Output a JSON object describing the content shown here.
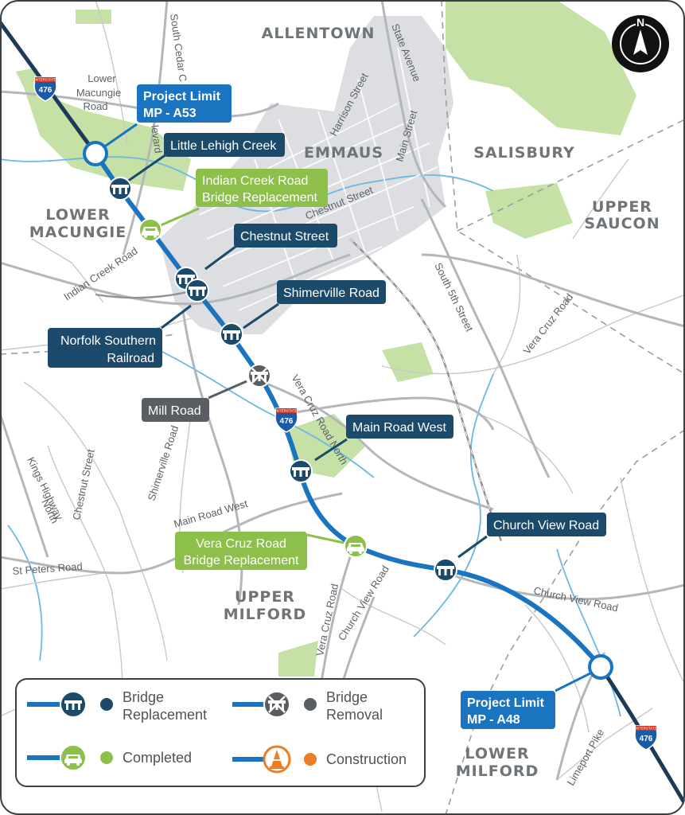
{
  "areas": {
    "allentown": "ALLENTOWN",
    "emmaus": "EMMAUS",
    "salisbury": "SALISBURY",
    "upper_saucon_1": "UPPER",
    "upper_saucon_2": "SAUCON",
    "lower_macungie_1": "LOWER",
    "lower_macungie_2": "MACUNGIE",
    "upper_milford_1": "UPPER",
    "upper_milford_2": "MILFORD",
    "lower_milford_1": "LOWER",
    "lower_milford_2": "MILFORD"
  },
  "roads": {
    "lower_macungie_road_1": "Lower",
    "lower_macungie_road_2": "Macungie",
    "lower_macungie_road_3": "Road",
    "south_cedar": "South Cedar C",
    "harrison": "Harrison Street",
    "state_avenue": "State Avenue",
    "main_street": "Main Street",
    "chestnut_street_emmaus": "Chestnut Street",
    "south_5th": "South 5th Street",
    "indian_creek": "Indian Creek Road",
    "vera_cruz_east": "Vera Cruz Road",
    "vera_cruz_north": "Vera Cruz Road North",
    "shimerville": "Shimerville Road",
    "kings_highway_1": "Kings Highway",
    "kings_highway_2": "North",
    "chestnut_street_west": "Chestnut Street",
    "main_road_west": "Main Road West",
    "st_peters": "St Peters Road",
    "vera_cruz_south": "Vera Cruz Road",
    "church_view_south": "Church View Road",
    "church_view_east": "Church View Road",
    "limeport": "Limeport Pike",
    "boulevard_fragment": "levard"
  },
  "interstate": {
    "number": "476",
    "shield_label": "INTERSTATE"
  },
  "callouts": {
    "project_limit_north_1": "Project Limit",
    "project_limit_north_2": "MP - A53",
    "little_lehigh": "Little Lehigh Creek",
    "indian_creek_1": "Indian Creek Road",
    "indian_creek_2": "Bridge Replacement",
    "chestnut": "Chestnut Street",
    "shimerville": "Shimerville Road",
    "norfolk_1": "Norfolk Southern",
    "norfolk_2": "Railroad",
    "mill_road": "Mill Road",
    "main_road_west": "Main Road West",
    "church_view": "Church View Road",
    "vera_cruz_1": "Vera Cruz Road",
    "vera_cruz_2": "Bridge Replacement",
    "project_limit_south_1": "Project Limit",
    "project_limit_south_2": "MP - A48"
  },
  "legend": {
    "bridge_replacement_1": "Bridge",
    "bridge_replacement_2": "Replacement",
    "bridge_removal_1": "Bridge",
    "bridge_removal_2": "Removal",
    "completed": "Completed",
    "construction": "Construction"
  },
  "colors": {
    "route": "#1a74c0",
    "route_outer": "#1d3b57",
    "bridge_replacement": "#1b4a6b",
    "completed": "#8cc04b",
    "bridge_removal": "#5a5e62",
    "construction": "#f07c22",
    "borough": "#dcdee1",
    "park": "#c5e1a5"
  },
  "compass": {
    "letter": "N"
  }
}
